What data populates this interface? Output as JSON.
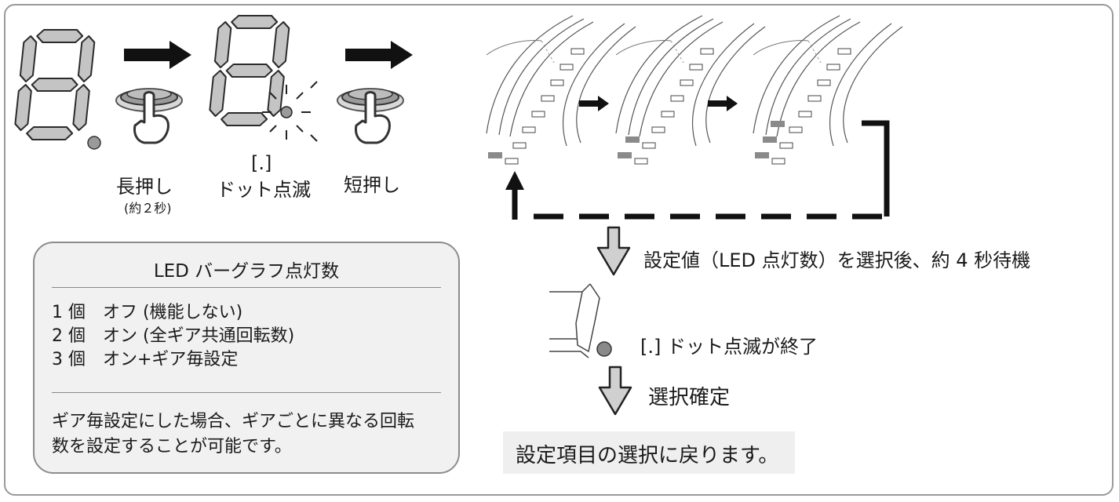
{
  "step_labels": {
    "long_press": "長押し",
    "long_press_note": "(約２秒)",
    "dot_bracket": "[.]",
    "dot_blink": "ドット点滅",
    "short_press": "短押し"
  },
  "panel": {
    "title": "LED バーグラフ点灯数",
    "rows": [
      "1 個　オフ (機能しない)",
      "2 個　オン (全ギア共通回転数)",
      "3 個　オン+ギア毎設定"
    ],
    "note_lines": [
      "ギア毎設定にした場合、ギアごとに異なる回転",
      "数を設定することが可能です。"
    ]
  },
  "flow": {
    "wait_text": "設定値（LED 点灯数）を選択後、約 4 秒待機",
    "dot_end_text": "[.] ドット点滅が終了",
    "confirm_text": "選択確定",
    "return_text": "設定項目の選択に戻ります。"
  },
  "icons": [
    "seven-segment-display-icon",
    "right-arrow-icon",
    "push-button-hand-icon",
    "blinking-dot-icon",
    "led-bargraph-icon",
    "down-arrow-icon"
  ],
  "led_states": [
    1,
    2,
    3
  ],
  "colors": {
    "segment": "#bdbdbd",
    "segment_stroke": "#333333",
    "led_on": "#8a8a8a",
    "panel_bg": "#f1f1f1"
  }
}
